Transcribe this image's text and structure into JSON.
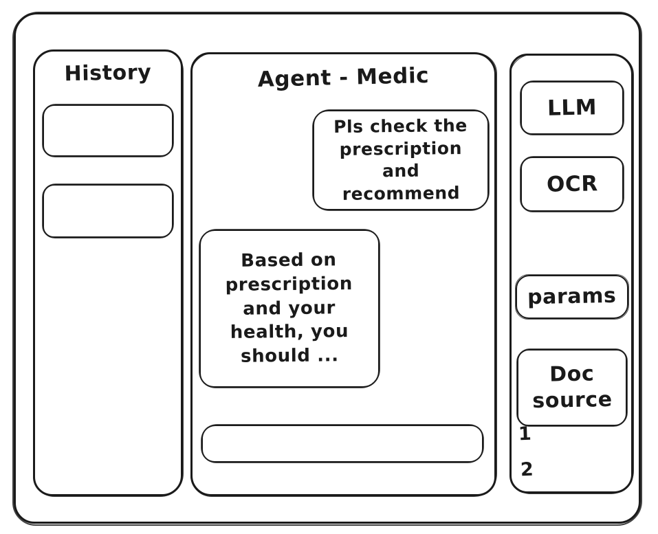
{
  "window": {
    "name": "app-window"
  },
  "history": {
    "title": "History",
    "items": [
      {
        "label": ""
      },
      {
        "label": ""
      }
    ]
  },
  "chat": {
    "title": "Agent - Medic",
    "messages": [
      {
        "role": "user",
        "text": "Pls check the\nprescription\nand recommend"
      },
      {
        "role": "agent",
        "text": "Based on\nprescription\nand your\nhealth, you\nshould ..."
      }
    ],
    "input": {
      "value": "",
      "placeholder": ""
    }
  },
  "tools": {
    "buttons": [
      {
        "label": "LLM"
      },
      {
        "label": "OCR"
      },
      {
        "label": "params"
      },
      {
        "label": "Doc\nsource"
      }
    ],
    "doc_sources": [
      {
        "label": "1"
      },
      {
        "label": "2"
      }
    ]
  },
  "colors": {
    "ink": "#1a1a1a",
    "background": "#ffffff"
  }
}
